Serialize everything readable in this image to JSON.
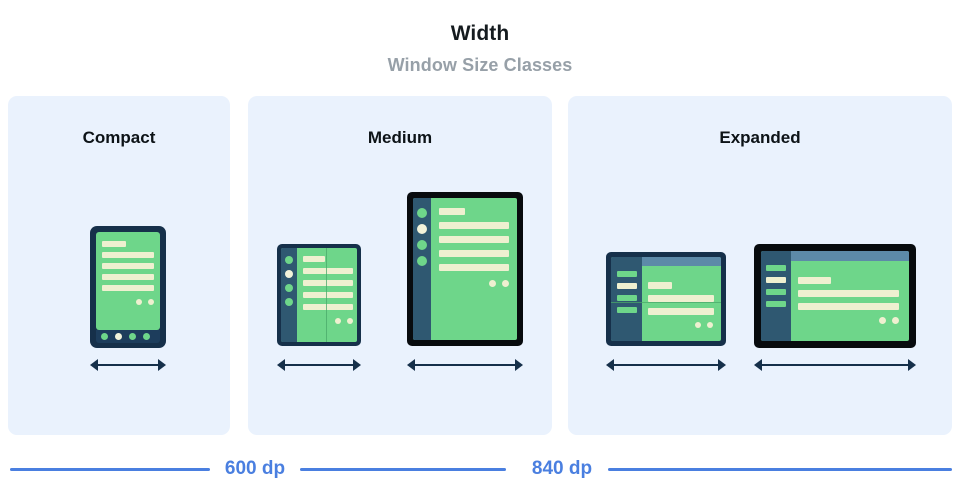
{
  "header": {
    "title": "Width",
    "subtitle": "Window Size Classes"
  },
  "panels": [
    {
      "id": "compact",
      "label": "Compact"
    },
    {
      "id": "medium",
      "label": "Medium"
    },
    {
      "id": "expanded",
      "label": "Expanded"
    }
  ],
  "breakpoints": [
    {
      "label": "600 dp"
    },
    {
      "label": "840 dp"
    }
  ],
  "devices": {
    "compact_phone": "phone-portrait",
    "medium_foldable": "foldable-portrait",
    "medium_tablet": "tablet-portrait",
    "expanded_foldable": "foldable-landscape",
    "expanded_tablet": "tablet-landscape"
  },
  "colors": {
    "panel_background": "#eaf2fd",
    "page_background": "#ffffff",
    "title": "#151b1f",
    "subtitle": "#97a0a8",
    "accent_blue": "#4a7fe0",
    "device_frame_navy": "#16304a",
    "device_frame_black": "#080b0e",
    "screen_green": "#6ed68a",
    "content_cream": "#eff0d0",
    "nav_rail": "#2f5871",
    "app_bar": "#5d8aa8"
  }
}
